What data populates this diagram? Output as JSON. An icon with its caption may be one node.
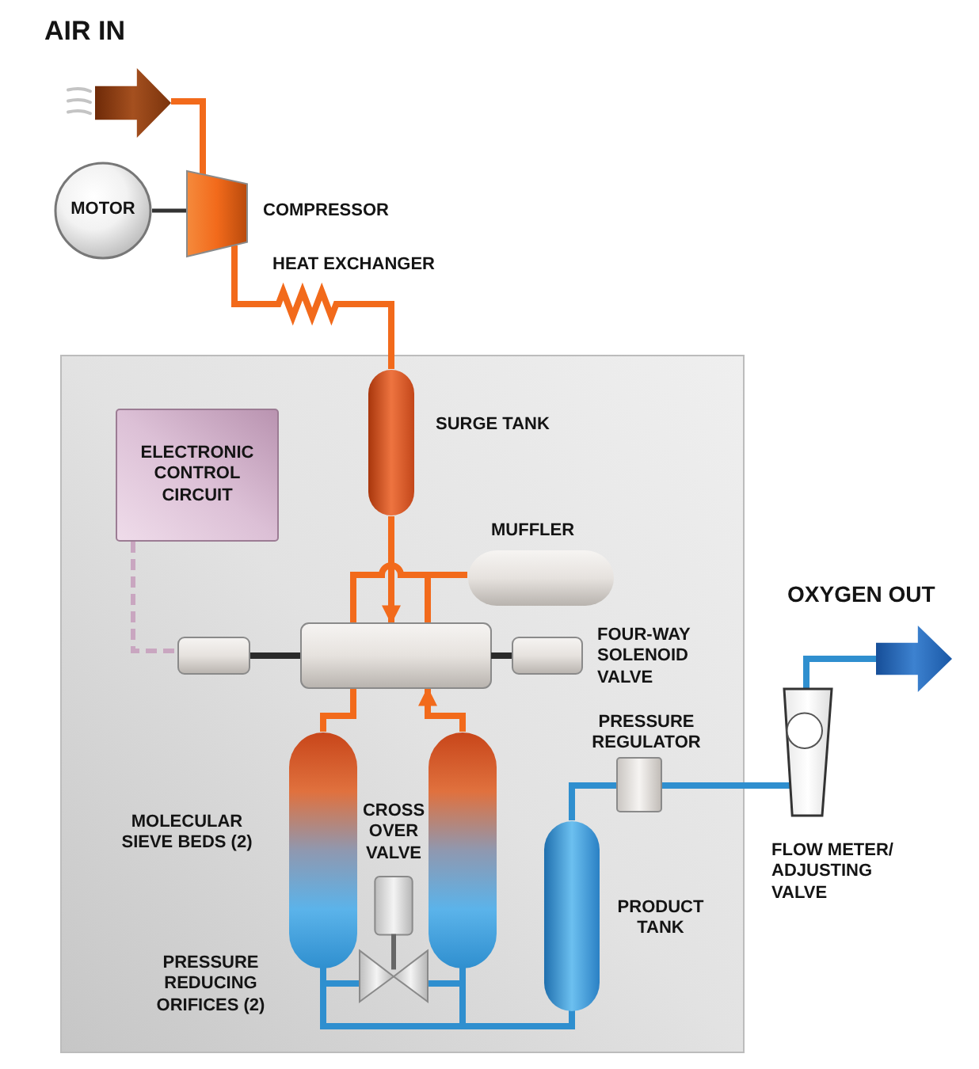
{
  "diagram": {
    "nodes": [
      {
        "text": [],
        "shape": "arrow",
        "beside": [
          "AIR IN"
        ]
      },
      {
        "text": [
          "MOTOR"
        ]
      },
      {
        "text": [],
        "shape": "trapezoid",
        "beside": [
          "COMPRESSOR"
        ]
      },
      {
        "text": [],
        "shape": "zigzag",
        "beside": [
          "HEAT EXCHANGER"
        ]
      },
      {
        "text": [],
        "shape": "box"
      },
      {
        "text": [],
        "shape": "capsule",
        "beside": [
          "SURGE TANK"
        ],
        "in": 4
      },
      {
        "text": [
          "ELECTRONIC CONTROL CIRCUIT"
        ],
        "in": 4
      },
      {
        "text": [],
        "shape": "capsule",
        "beside": [
          "MUFFLER"
        ],
        "in": 4
      },
      {
        "text": [],
        "shape": "cylinder",
        "beside": [
          "FOUR-WAY SOLENOID VALVE"
        ],
        "in": 4
      },
      {
        "text": [],
        "shape": "capsule",
        "beside": [
          "MOLECULAR SIEVE BEDS (2)"
        ],
        "in": 4
      },
      {
        "text": [
          "CROSS OVER VALVE"
        ],
        "in": 4
      },
      {
        "text": [],
        "shape": "capsule",
        "in": 4
      },
      {
        "text": [],
        "shape": "box",
        "beside": [
          "PRESSURE REGULATOR"
        ],
        "in": 4
      },
      {
        "text": [],
        "shape": "capsule",
        "beside": [
          "PRODUCT TANK"
        ],
        "in": 4
      },
      {
        "text": [],
        "shape": "trapezoid",
        "beside": [
          "FLOW METER/ ADJUSTING VALVE"
        ]
      },
      {
        "text": [],
        "shape": "arrow",
        "beside": [
          "OXYGEN OUT"
        ]
      }
    ],
    "edges": [
      {
        "from": 0,
        "to": 2,
        "arrow": "none",
        "color": "#f26a1b"
      },
      {
        "from": 1,
        "to": 2,
        "arrow": "none",
        "color": "#333333"
      },
      {
        "from": 2,
        "to": 3,
        "arrow": "none",
        "color": "#f26a1b"
      },
      {
        "from": 3,
        "to": 5,
        "arrow": "none",
        "color": "#f26a1b"
      },
      {
        "from": 5,
        "to": 8,
        "arrow": "to",
        "color": "#f26a1b"
      },
      {
        "from": 6,
        "to": 8,
        "arrow": "none",
        "style": "dashed",
        "color": "#c9a6c0"
      },
      {
        "from": 8,
        "to": 7,
        "arrow": "none",
        "color": "#f26a1b"
      },
      {
        "from": 8,
        "to": 9,
        "arrow": "none",
        "color": "#f26a1b"
      },
      {
        "from": 11,
        "to": 8,
        "arrow": "to",
        "color": "#f26a1b"
      },
      {
        "from": 9,
        "to": 10,
        "arrow": "none",
        "color": "#2f8fcf"
      },
      {
        "from": 10,
        "to": 11,
        "arrow": "none",
        "color": "#2f8fcf"
      },
      {
        "from": 9,
        "to": 13,
        "arrow": "none",
        "color": "#2f8fcf"
      },
      {
        "from": 11,
        "to": 13,
        "arrow": "none",
        "color": "#2f8fcf"
      },
      {
        "from": 13,
        "to": 12,
        "arrow": "none",
        "color": "#2f8fcf"
      },
      {
        "from": 12,
        "to": 14,
        "arrow": "none",
        "color": "#2f8fcf"
      },
      {
        "from": 14,
        "to": 15,
        "arrow": "none",
        "color": "#2f8fcf"
      }
    ],
    "labels": [
      "PRESSURE REDUCING ORIFICES (2)"
    ]
  }
}
